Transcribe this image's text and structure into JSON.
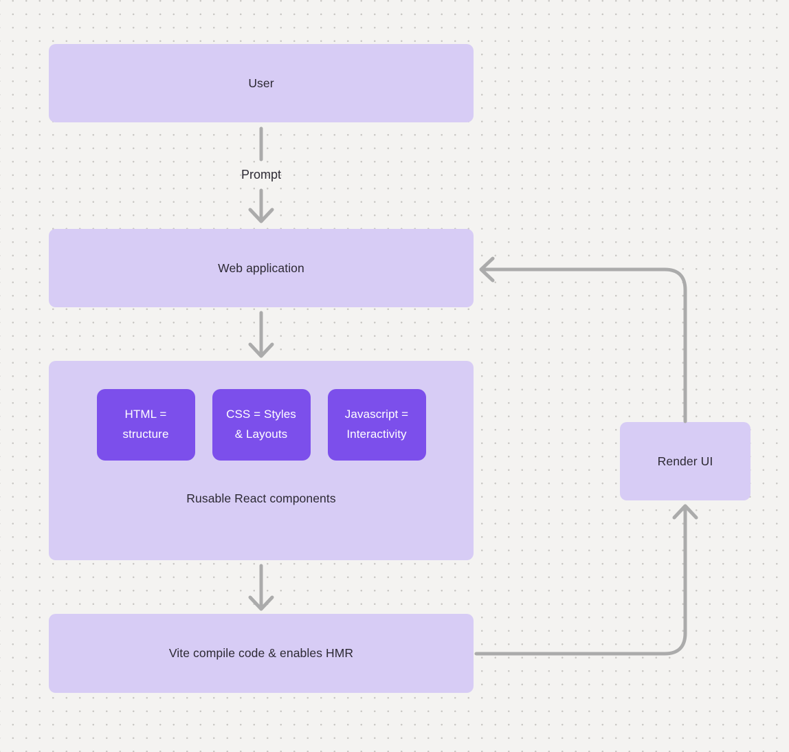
{
  "colors": {
    "node_fill_light": "#d7ccf5",
    "node_fill_dark": "#7c4feb",
    "arrow": "#ababab",
    "text_dark": "#2c2933",
    "text_light": "#ffffff",
    "background": "#f4f3f1",
    "dot": "#c9c7c4"
  },
  "diagram": {
    "nodes": {
      "user": {
        "label": "User"
      },
      "web_app": {
        "label": "Web application"
      },
      "components_group": {
        "caption": "Rusable React components",
        "children": [
          {
            "label": "HTML =\nstructure"
          },
          {
            "label": "CSS = Styles\n& Layouts"
          },
          {
            "label": "Javascript =\nInteractivity"
          }
        ]
      },
      "vite": {
        "label": "Vite compile code & enables HMR"
      },
      "render_ui": {
        "label": "Render UI"
      }
    },
    "edges": [
      {
        "from": "user",
        "to": "web_app",
        "label": "Prompt"
      },
      {
        "from": "web_app",
        "to": "components_group",
        "label": ""
      },
      {
        "from": "components_group",
        "to": "vite",
        "label": ""
      },
      {
        "from": "vite",
        "to": "render_ui",
        "label": ""
      },
      {
        "from": "render_ui",
        "to": "web_app",
        "label": ""
      }
    ]
  }
}
